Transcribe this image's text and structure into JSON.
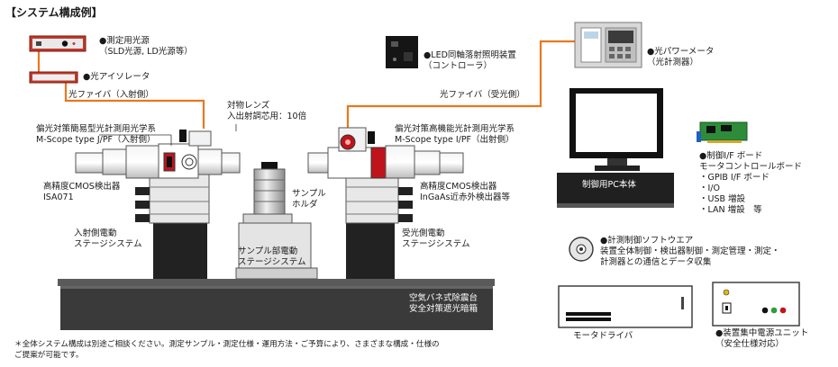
{
  "title": "【システム構成例】",
  "labels": {
    "light_source": [
      "●測定用光源",
      "（SLD光源, LD光源等）"
    ],
    "isolator": "●光アイソレータ",
    "fiber_in": "光ファイバ（入射側）",
    "objective": [
      "対物レンズ",
      "入出射調芯用：10倍"
    ],
    "led_controller": [
      "●LED同軸落射照明装置",
      "（コントローラ）"
    ],
    "power_meter": [
      "●光パワーメータ",
      "（光計測器）"
    ],
    "fiber_out": "光ファイバ（受光側）",
    "optics_in": [
      "偏光対策簡易型光計測用光学系",
      "M-Scope type J/PF（入射側）"
    ],
    "optics_out": [
      "偏光対策高機能光計測用光学系",
      "M-Scope type I/PF（出射側）"
    ],
    "detector_in": [
      "高精度CMOS検出器",
      "ISA071"
    ],
    "detector_out": [
      "高精度CMOS検出器",
      "InGaAs近赤外検出器等"
    ],
    "sample_holder": [
      "サンプル",
      "ホルダ"
    ],
    "stage_in": [
      "入射側電動",
      "ステージシステム"
    ],
    "stage_out": [
      "受光側電動",
      "ステージシステム"
    ],
    "stage_sample": [
      "サンプル部電動",
      "ステージシステム"
    ],
    "table": [
      "空気バネ式除震台",
      "安全対策遮光暗箱"
    ],
    "pc": "制御用PC本体",
    "control_board": [
      "●制御I/F ボード",
      "モータコントロールボード",
      "・GPIB I/F ボード",
      "・I/O",
      "・USB 増設",
      "・LAN 増設　等"
    ],
    "software": [
      "●計測制御ソフトウエア",
      "装置全体制御・検出器制御・測定管理・測定・",
      "計測器との通信とデータ収集"
    ],
    "motor_driver": "モータドライバ",
    "power_unit": [
      "●装置集中電源ユニット",
      "（安全仕様対応）"
    ]
  },
  "footnote": [
    "＊全体システム構成は別途ご相談ください。測定サンプル・測定仕様・運用方法・ご予算により、さまざまな構成・仕様の",
    "ご提案が可能です。"
  ],
  "colors": {
    "fiber": "#e8781e",
    "source_box": "#c0392b",
    "red_ring": "#c0141c",
    "table": "#3a3a3a",
    "stage": "#222222"
  }
}
